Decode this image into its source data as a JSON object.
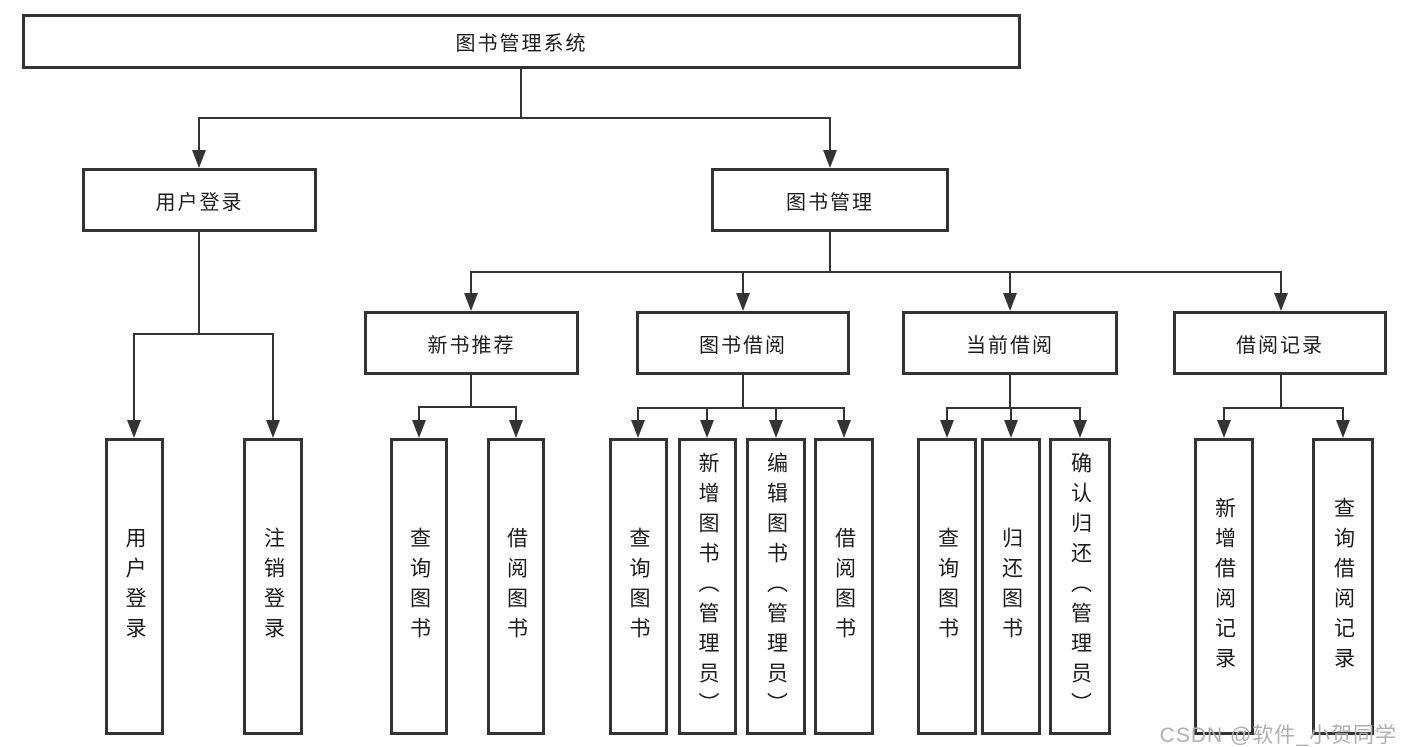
{
  "tree": {
    "root": "图书管理系统",
    "l2": [
      "用户登录",
      "图书管理"
    ],
    "l3": [
      "新书推荐",
      "图书借阅",
      "当前借阅",
      "借阅记录"
    ],
    "leaves": {
      "g1": [
        "用户登录",
        "注销登录"
      ],
      "g2": [
        "查询图书",
        "借阅图书"
      ],
      "g3": [
        "查询图书",
        "新增图书（管理员）",
        "编辑图书（管理员）",
        "借阅图书"
      ],
      "g4": [
        "查询图书",
        "归还图书",
        "确认归还（管理员）"
      ],
      "g5": [
        "新增借阅记录",
        "查询借阅记录"
      ]
    }
  },
  "watermark": "CSDN @软件_小贺同学",
  "colors": {
    "line": "#333333",
    "text": "#1c1c1c",
    "watermark": "#b0b0b0",
    "bg": "#ffffff"
  }
}
